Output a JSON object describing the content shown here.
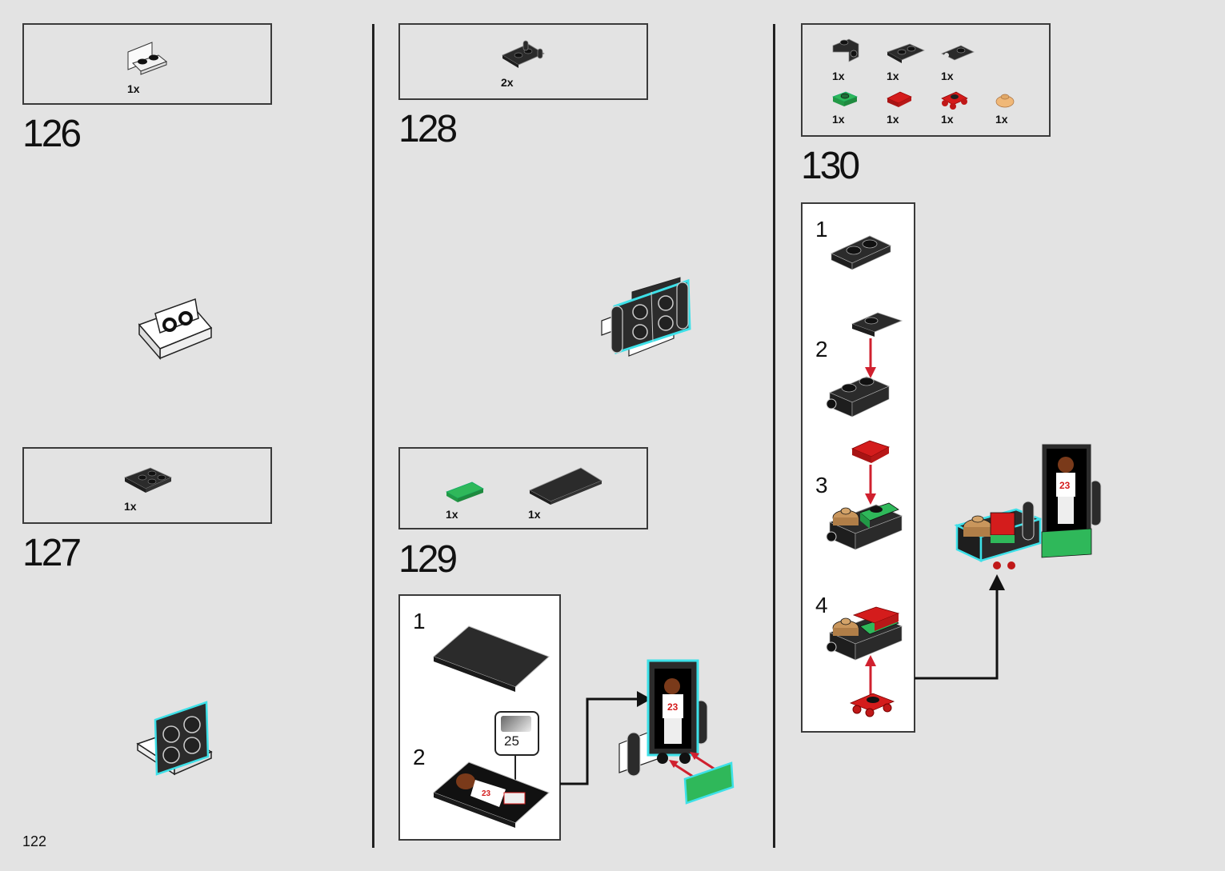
{
  "page_number": "122",
  "colors": {
    "background": "#e3e3e3",
    "brick_black": "#2b2b2b",
    "brick_green": "#2fb85a",
    "brick_red": "#d41c1c",
    "brick_tan": "#c9965c",
    "highlight_cyan": "#3de0e8",
    "arrow_red": "#d0202e"
  },
  "steps": [
    {
      "number": "126",
      "parts": [
        {
          "name": "white-bracket-1x2",
          "qty": "1x"
        }
      ]
    },
    {
      "number": "127",
      "parts": [
        {
          "name": "black-plate-2x2",
          "qty": "1x"
        }
      ]
    },
    {
      "number": "128",
      "parts": [
        {
          "name": "black-bar-holder-clip",
          "qty": "2x"
        }
      ]
    },
    {
      "number": "129",
      "parts": [
        {
          "name": "green-tile-1x2",
          "qty": "1x"
        },
        {
          "name": "black-tile-2x4",
          "qty": "1x"
        }
      ],
      "substeps": [
        {
          "number": "1"
        },
        {
          "number": "2",
          "sticker": "25"
        }
      ]
    },
    {
      "number": "130",
      "parts": [
        {
          "name": "black-bracket-1x1",
          "qty": "1x"
        },
        {
          "name": "black-plate-1x2",
          "qty": "1x"
        },
        {
          "name": "black-plate-clip",
          "qty": "1x"
        },
        {
          "name": "green-plate-1x1",
          "qty": "1x"
        },
        {
          "name": "red-tile-1x1",
          "qty": "1x"
        },
        {
          "name": "red-wheel-holder",
          "qty": "1x"
        },
        {
          "name": "tan-round-plate",
          "qty": "1x"
        }
      ],
      "substeps": [
        {
          "number": "1"
        },
        {
          "number": "2"
        },
        {
          "number": "3"
        },
        {
          "number": "4"
        }
      ]
    }
  ]
}
